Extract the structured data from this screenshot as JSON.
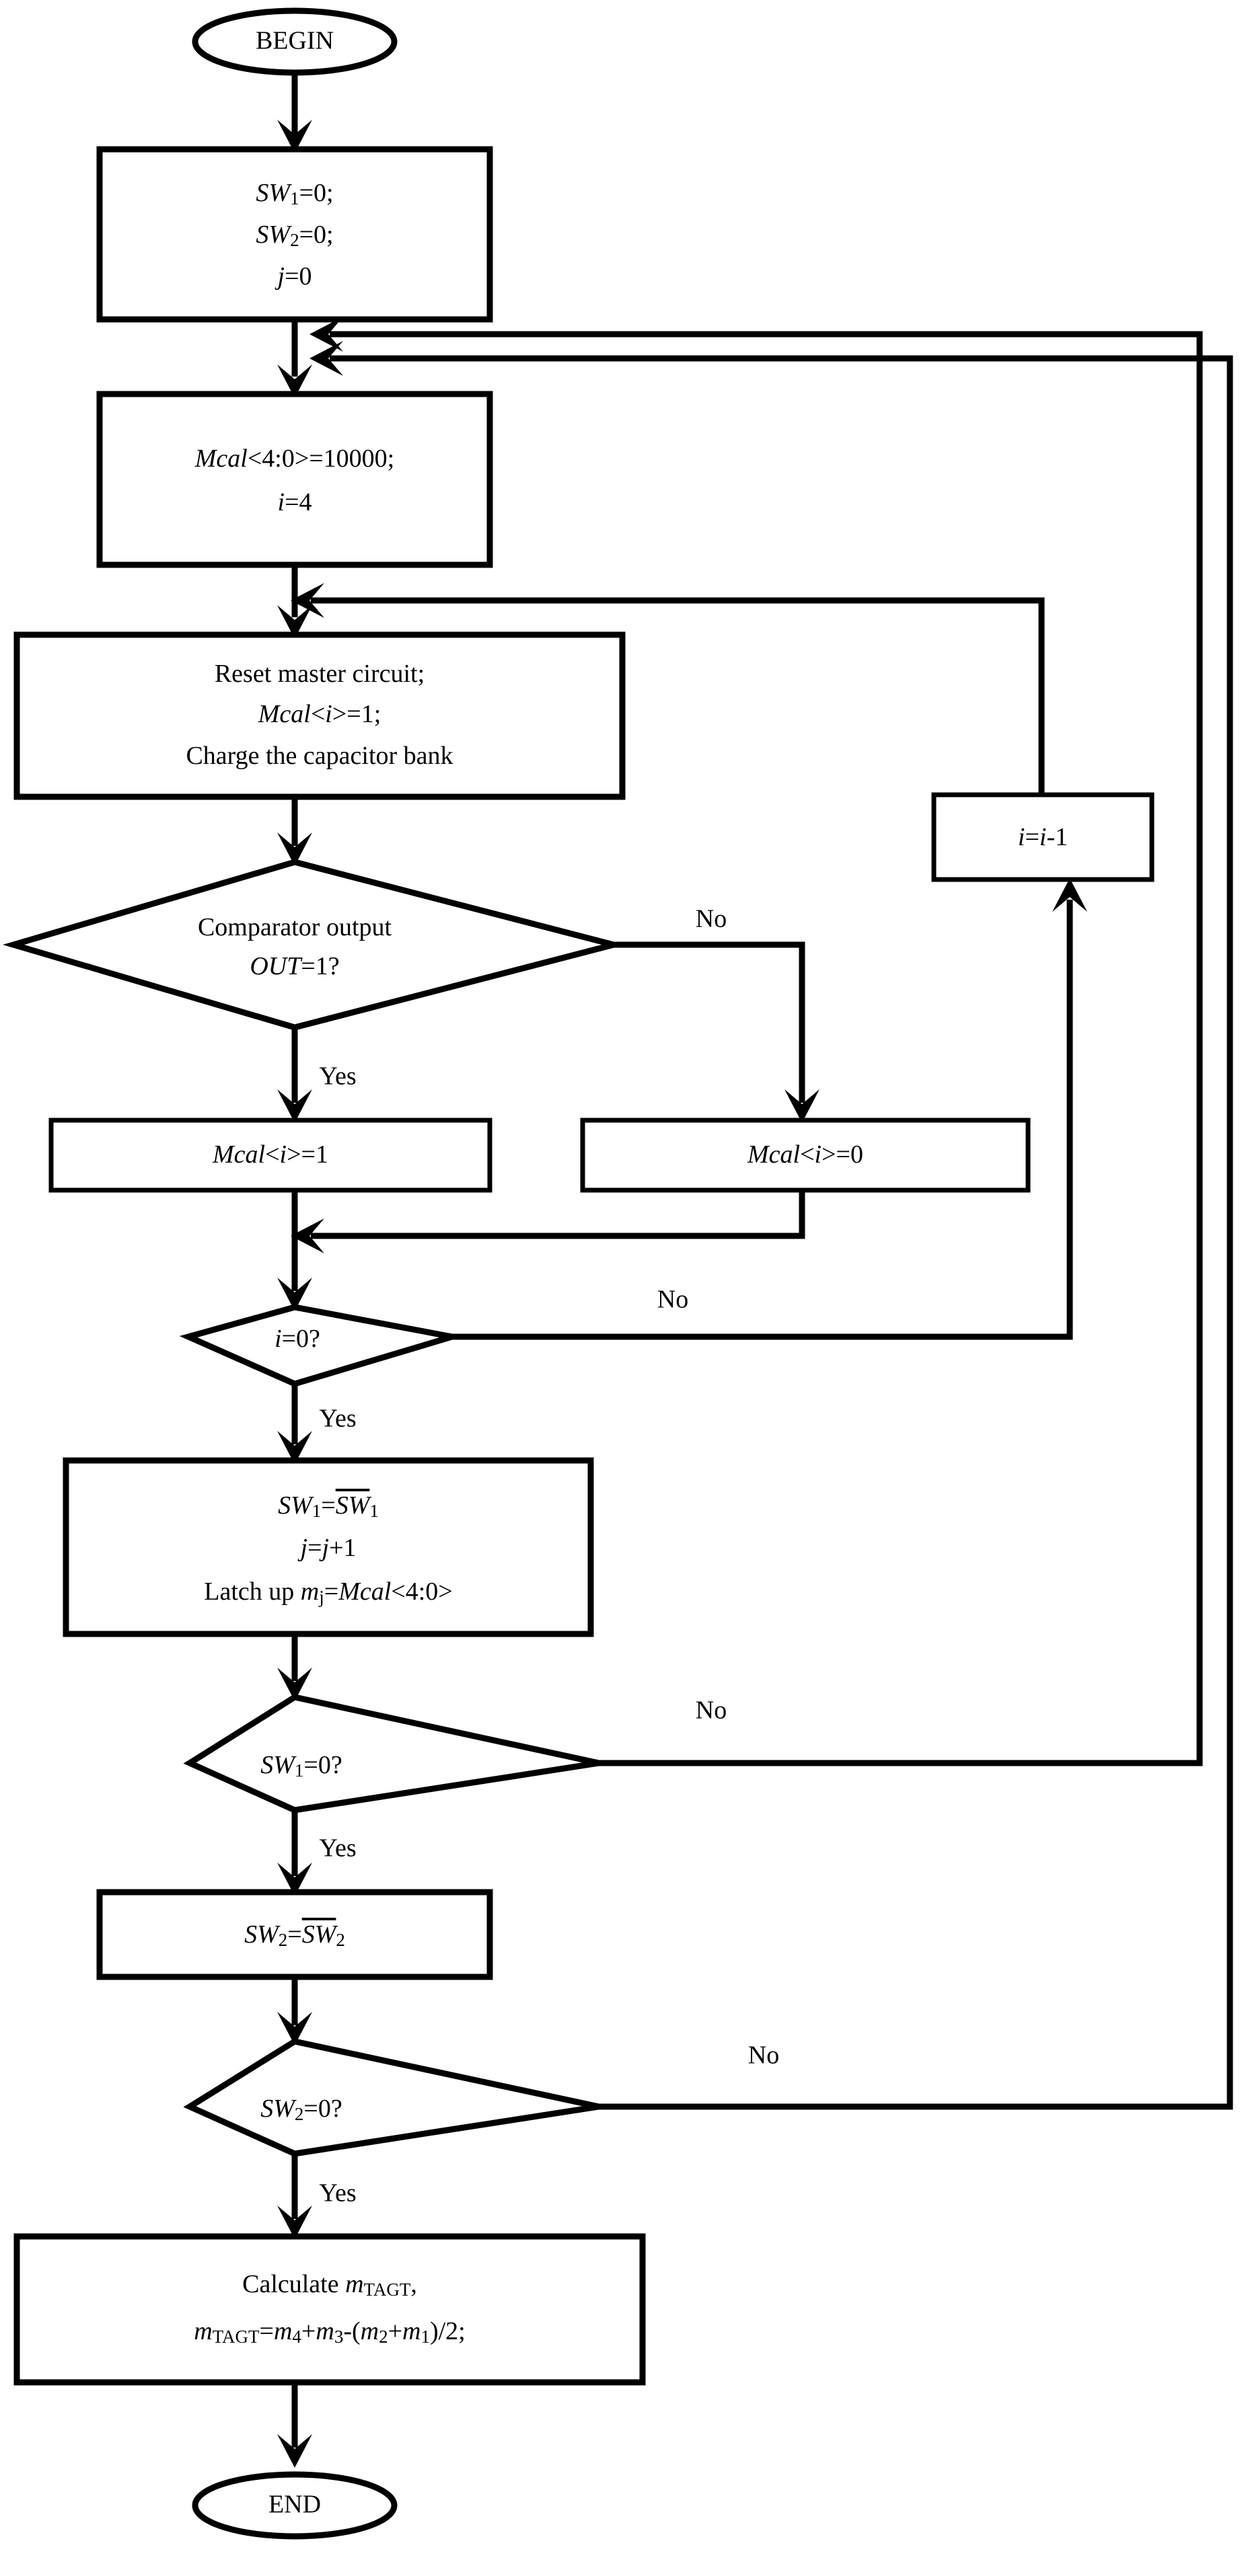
{
  "diagram": {
    "title": "Capacitor bank calibration flowchart",
    "type": "flowchart",
    "colors": {
      "stroke": "#000000",
      "fill": "#ffffff",
      "background": "#ffffff"
    }
  },
  "nodes": {
    "begin": {
      "shape": "terminator",
      "label": "BEGIN"
    },
    "init": {
      "shape": "process",
      "lines": [
        {
          "parts": [
            {
              "t": "SW",
              "style": "italic"
            },
            {
              "t": "1",
              "style": "sub"
            },
            {
              "t": "=0;",
              "style": "plain"
            }
          ]
        },
        {
          "parts": [
            {
              "t": "SW",
              "style": "italic"
            },
            {
              "t": "2",
              "style": "sub"
            },
            {
              "t": "=0;",
              "style": "plain"
            }
          ]
        },
        {
          "parts": [
            {
              "t": "j",
              "style": "italic"
            },
            {
              "t": "=0",
              "style": "plain"
            }
          ]
        }
      ],
      "plain": "SW1=0; SW2=0; j=0"
    },
    "mcal_init": {
      "shape": "process",
      "lines": [
        {
          "parts": [
            {
              "t": "Mcal",
              "style": "italic"
            },
            {
              "t": "<4:0>=10000;",
              "style": "plain"
            }
          ]
        },
        {
          "parts": [
            {
              "t": "i",
              "style": "italic"
            },
            {
              "t": "=4",
              "style": "plain"
            }
          ]
        }
      ],
      "plain": "Mcal<4:0>=10000; i=4"
    },
    "reset_master": {
      "shape": "process",
      "lines": [
        {
          "parts": [
            {
              "t": "Reset master circuit;",
              "style": "plain"
            }
          ]
        },
        {
          "parts": [
            {
              "t": "Mcal",
              "style": "italic"
            },
            {
              "t": "<",
              "style": "plain"
            },
            {
              "t": "i",
              "style": "italic"
            },
            {
              "t": ">=1;",
              "style": "plain"
            }
          ]
        },
        {
          "parts": [
            {
              "t": "Charge the capacitor bank",
              "style": "plain"
            }
          ]
        }
      ],
      "plain": "Reset master circuit; Mcal<i>=1; Charge the capacitor bank"
    },
    "comparator": {
      "shape": "decision",
      "lines": [
        {
          "parts": [
            {
              "t": "Comparator output",
              "style": "plain"
            }
          ]
        },
        {
          "parts": [
            {
              "t": "OUT",
              "style": "italic"
            },
            {
              "t": "=1?",
              "style": "plain"
            }
          ]
        }
      ],
      "plain": "Comparator output OUT=1?"
    },
    "mcal_one": {
      "shape": "process",
      "lines": [
        {
          "parts": [
            {
              "t": "Mcal",
              "style": "italic"
            },
            {
              "t": "<",
              "style": "plain"
            },
            {
              "t": "i",
              "style": "italic"
            },
            {
              "t": ">=1",
              "style": "plain"
            }
          ]
        }
      ],
      "plain": "Mcal<i>=1"
    },
    "mcal_zero": {
      "shape": "process",
      "lines": [
        {
          "parts": [
            {
              "t": "Mcal",
              "style": "italic"
            },
            {
              "t": "<",
              "style": "plain"
            },
            {
              "t": "i",
              "style": "italic"
            },
            {
              "t": ">=0",
              "style": "plain"
            }
          ]
        }
      ],
      "plain": "Mcal<i>=0"
    },
    "i_zero": {
      "shape": "decision",
      "lines": [
        {
          "parts": [
            {
              "t": "i",
              "style": "italic"
            },
            {
              "t": "=0?",
              "style": "plain"
            }
          ]
        }
      ],
      "plain": "i=0?"
    },
    "i_dec": {
      "shape": "process",
      "lines": [
        {
          "parts": [
            {
              "t": "i",
              "style": "italic"
            },
            {
              "t": "=",
              "style": "plain"
            },
            {
              "t": "i",
              "style": "italic"
            },
            {
              "t": "-1",
              "style": "plain"
            }
          ]
        }
      ],
      "plain": "i=i-1"
    },
    "sw1_toggle": {
      "shape": "process",
      "lines": [
        {
          "parts": [
            {
              "t": "SW",
              "style": "italic"
            },
            {
              "t": "1",
              "style": "sub"
            },
            {
              "t": "=",
              "style": "plain"
            },
            {
              "t": "SW",
              "style": "italic-overline"
            },
            {
              "t": "1",
              "style": "sub"
            }
          ]
        },
        {
          "parts": [
            {
              "t": "j",
              "style": "italic"
            },
            {
              "t": "=",
              "style": "plain"
            },
            {
              "t": "j",
              "style": "italic"
            },
            {
              "t": "+1",
              "style": "plain"
            }
          ]
        },
        {
          "parts": [
            {
              "t": "Latch up ",
              "style": "plain"
            },
            {
              "t": "m",
              "style": "italic"
            },
            {
              "t": "j",
              "style": "sub"
            },
            {
              "t": "=",
              "style": "plain"
            },
            {
              "t": "Mcal",
              "style": "italic"
            },
            {
              "t": "<4:0>",
              "style": "plain"
            }
          ]
        }
      ],
      "plain": "SW1=~SW1 ; j=j+1 ; Latch up mj=Mcal<4:0>"
    },
    "sw1_check": {
      "shape": "decision",
      "lines": [
        {
          "parts": [
            {
              "t": "SW",
              "style": "italic"
            },
            {
              "t": "1",
              "style": "sub"
            },
            {
              "t": "=0?",
              "style": "plain"
            }
          ]
        }
      ],
      "plain": "SW1=0?"
    },
    "sw2_toggle": {
      "shape": "process",
      "lines": [
        {
          "parts": [
            {
              "t": "SW",
              "style": "italic"
            },
            {
              "t": "2",
              "style": "sub"
            },
            {
              "t": "=",
              "style": "plain"
            },
            {
              "t": "SW",
              "style": "italic-overline"
            },
            {
              "t": "2",
              "style": "sub"
            }
          ]
        }
      ],
      "plain": "SW2=~SW2"
    },
    "sw2_check": {
      "shape": "decision",
      "lines": [
        {
          "parts": [
            {
              "t": "SW",
              "style": "italic"
            },
            {
              "t": "2",
              "style": "sub"
            },
            {
              "t": "=0?",
              "style": "plain"
            }
          ]
        }
      ],
      "plain": "SW2=0?"
    },
    "calculate": {
      "shape": "process",
      "lines": [
        {
          "parts": [
            {
              "t": "Calculate ",
              "style": "plain"
            },
            {
              "t": "m",
              "style": "italic"
            },
            {
              "t": "TAGT",
              "style": "sub"
            },
            {
              "t": ",",
              "style": "plain"
            }
          ]
        },
        {
          "parts": [
            {
              "t": "m",
              "style": "italic"
            },
            {
              "t": "TAGT",
              "style": "sub"
            },
            {
              "t": "=",
              "style": "plain"
            },
            {
              "t": "m",
              "style": "italic"
            },
            {
              "t": "4",
              "style": "sub"
            },
            {
              "t": "+",
              "style": "plain"
            },
            {
              "t": "m",
              "style": "italic"
            },
            {
              "t": "3",
              "style": "sub"
            },
            {
              "t": "-(",
              "style": "plain"
            },
            {
              "t": "m",
              "style": "italic"
            },
            {
              "t": "2",
              "style": "sub"
            },
            {
              "t": "+",
              "style": "plain"
            },
            {
              "t": "m",
              "style": "italic"
            },
            {
              "t": "1",
              "style": "sub"
            },
            {
              "t": ")/2;",
              "style": "plain"
            }
          ]
        }
      ],
      "plain": "Calculate mTAGT, mTAGT=m4+m3-(m2+m1)/2;"
    },
    "end": {
      "shape": "terminator",
      "label": "END"
    }
  },
  "edge_labels": {
    "comparator_no": "No",
    "comparator_yes": "Yes",
    "i_zero_no": "No",
    "i_zero_yes": "Yes",
    "sw1_no": "No",
    "sw1_yes": "Yes",
    "sw2_no": "No",
    "sw2_yes": "Yes"
  }
}
